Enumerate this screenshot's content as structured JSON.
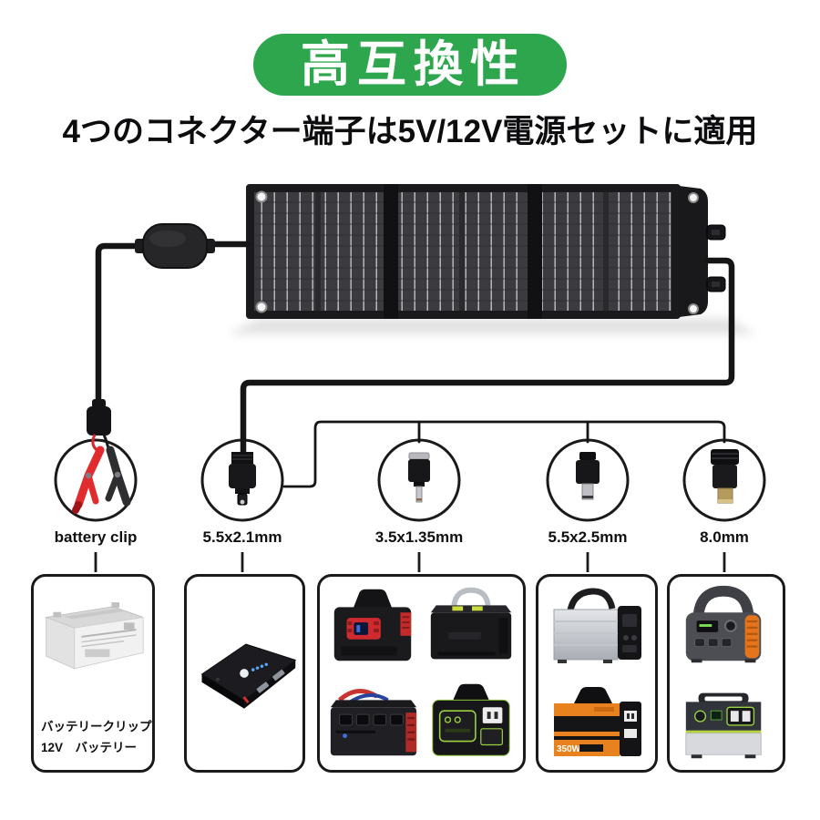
{
  "banner": {
    "title": "高互換性"
  },
  "subtitle": "4つのコネクター端子は5V/12V電源セットに適用",
  "connectors": [
    {
      "label": "battery clip"
    },
    {
      "label": "5.5x2.1mm"
    },
    {
      "label": "3.5x1.35mm"
    },
    {
      "label": "5.5x2.5mm"
    },
    {
      "label": "8.0mm"
    }
  ],
  "battery_box": {
    "caption_line1": "バッテリークリップ",
    "caption_line2": "12V　バッテリー"
  },
  "products": {
    "orange_station_wattage": "350W"
  },
  "colors": {
    "banner_green": "#2EA64D",
    "text_dark": "#0D0D0F",
    "wire_black": "#151515",
    "clip_red": "#E02B2F",
    "station_orange": "#E8821E",
    "accent_lime": "#9AD13F"
  }
}
